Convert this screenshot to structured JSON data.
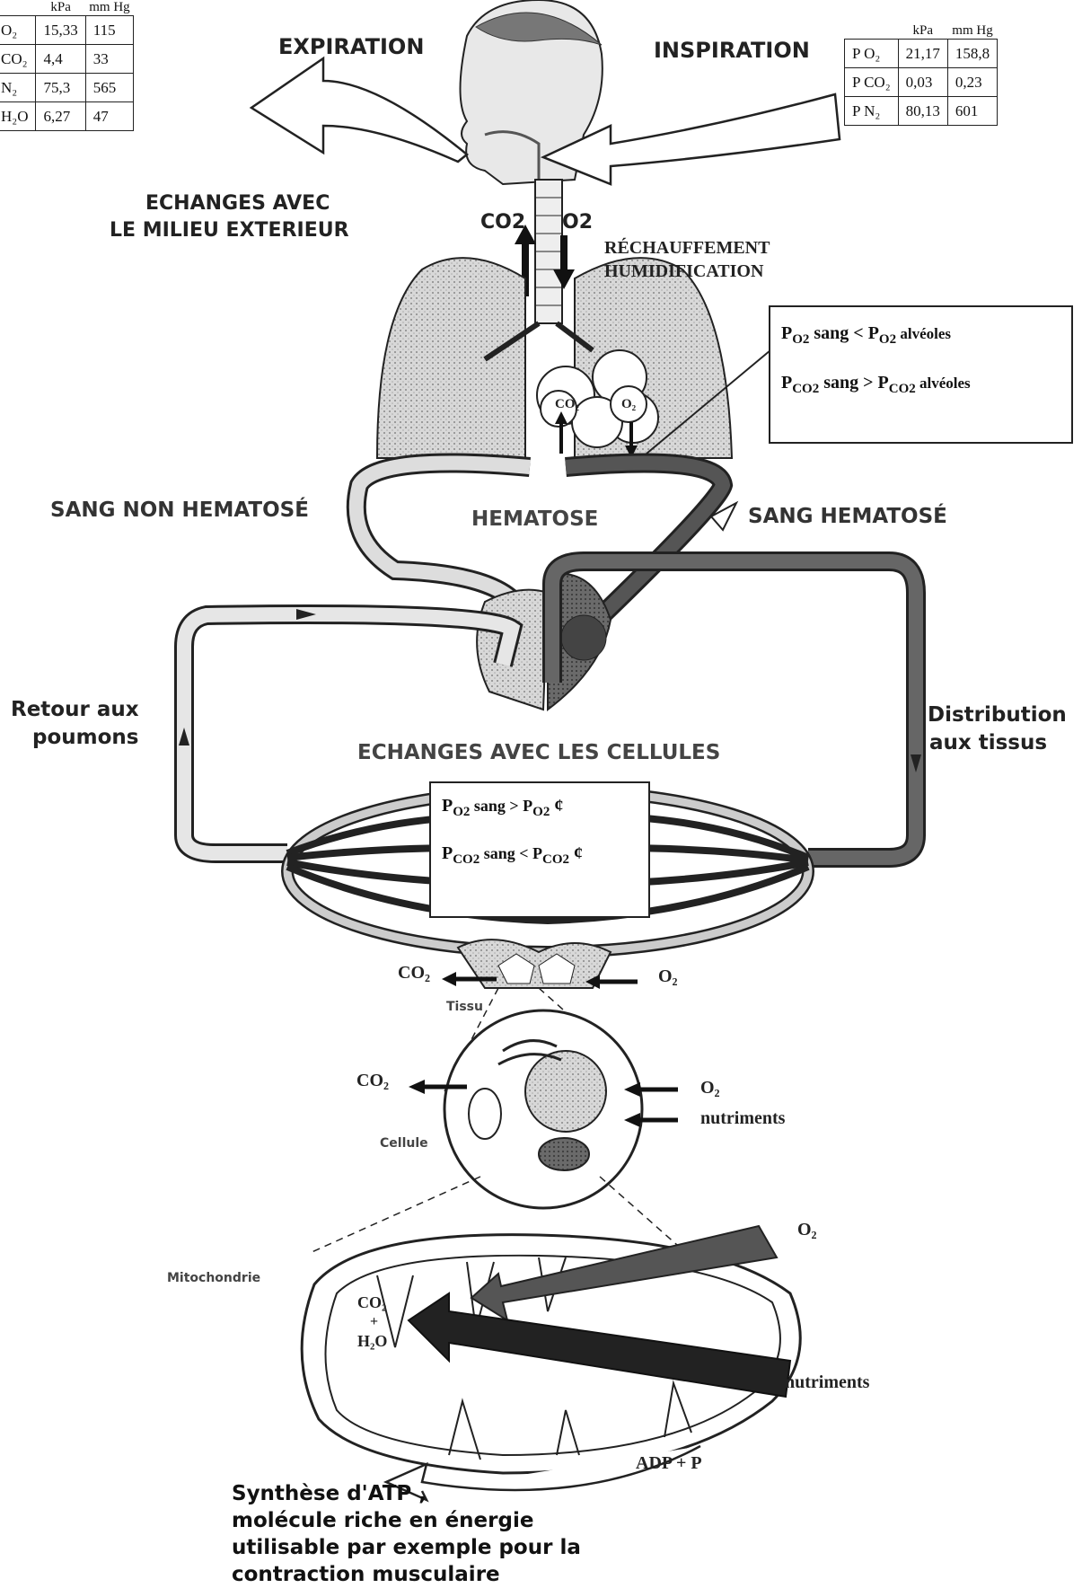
{
  "expiration_table": {
    "units": [
      "kPa",
      "mm Hg"
    ],
    "rows": [
      {
        "gas": "O₂",
        "kpa": "15,33",
        "mmhg": "115"
      },
      {
        "gas": "CO₂",
        "kpa": "4,4",
        "mmhg": "33"
      },
      {
        "gas": "N₂",
        "kpa": "75,3",
        "mmhg": "565"
      },
      {
        "gas": "H₂O",
        "kpa": "6,27",
        "mmhg": "47"
      }
    ]
  },
  "inspiration_table": {
    "units": [
      "kPa",
      "mm Hg"
    ],
    "rows": [
      {
        "gas": "P O₂",
        "kpa": "21,17",
        "mmhg": "158,8"
      },
      {
        "gas": "P CO₂",
        "kpa": "0,03",
        "mmhg": "0,23"
      },
      {
        "gas": "P N₂",
        "kpa": "80,13",
        "mmhg": "601"
      }
    ]
  },
  "labels": {
    "expiration": "EXPIRATION",
    "inspiration": "INSPIRATION",
    "echanges_exterieur_1": "ECHANGES AVEC",
    "echanges_exterieur_2": "LE MILIEU EXTERIEUR",
    "co2_top": "CO2",
    "o2_top": "O2",
    "rechauffement": "RÉCHAUFFEMENT",
    "humidification": "HUMIDIFICATION",
    "sang_non_hematose": "SANG NON HEMATOSÉ",
    "hematose": "HEMATOSE",
    "sang_hematose": "SANG HEMATOSÉ",
    "retour_1": "Retour aux",
    "retour_2": "poumons",
    "distribution_1": "Distribution",
    "distribution_2": "aux tissus",
    "echanges_cellules": "ECHANGES AVEC LES CELLULES",
    "tissu_co2": "CO₂",
    "tissu_o2": "O₂",
    "tissu": "Tissu",
    "cellule_co2": "CO₂",
    "cellule_o2": "O₂",
    "cellule_nutriments": "nutriments",
    "cellule": "Cellule",
    "mitochondrie": "Mitochondrie",
    "mito_o2": "O₂",
    "mito_nutriments": "nutriments",
    "mito_co2": "CO₂",
    "mito_plus": "+",
    "mito_h2o": "H₂O",
    "adp": "ADP + P",
    "alveole_co2": "CO₂",
    "alveole_o2": "O₂",
    "atp_1": "Synthèse d'ATP ,",
    "atp_2": "molécule riche en énergie",
    "atp_3": "utilisable par exemple pour la",
    "atp_4": "contraction musculaire"
  },
  "alveoles_box": {
    "line1": {
      "p": "P",
      "sub1": "O2",
      "mid": " sang < P",
      "sub2": "O2",
      "end": " alvéoles"
    },
    "line2": {
      "p": "P",
      "sub1": "CO2",
      "mid": " sang > P",
      "sub2": "CO2",
      "end": " alvéoles"
    }
  },
  "cellules_box": {
    "line1": {
      "p": "P",
      "sub1": "O2",
      "mid": " sang > P",
      "sub2": "O2",
      "end": " ¢"
    },
    "line2": {
      "p": "P",
      "sub1": "CO2",
      "mid": " sang < P",
      "sub2": "CO2",
      "end": " ¢"
    }
  },
  "colors": {
    "line": "#222222",
    "gray_fill": "#cfcfcf",
    "dark_fill": "#555555",
    "light_fill": "#eeeeee"
  }
}
